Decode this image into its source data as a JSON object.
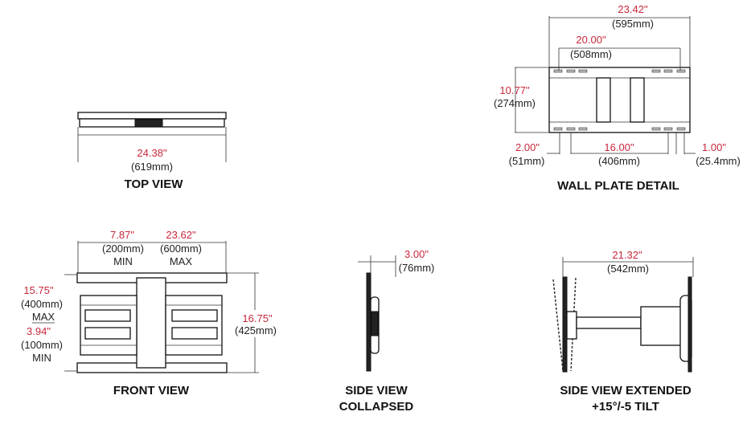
{
  "colors": {
    "dimension": "#c8283c",
    "text": "#222222"
  },
  "top_view": {
    "label": "TOP VIEW",
    "width_in": "24.38\"",
    "width_mm": "(619mm)"
  },
  "wall_plate": {
    "label": "WALL PLATE DETAIL",
    "overall_in": "23.42\"",
    "overall_mm": "(595mm)",
    "hole_span_in": "20.00\"",
    "hole_span_mm": "(508mm)",
    "height_in": "10.77\"",
    "height_mm": "(274mm)",
    "left_in": "2.00\"",
    "left_mm": "(51mm)",
    "stud_in": "16.00\"",
    "stud_mm": "(406mm)",
    "right_in": "1.00\"",
    "right_mm": "(25.4mm)"
  },
  "front_view": {
    "label": "FRONT VIEW",
    "min_w_in": "7.87\"",
    "min_w_mm": "(200mm)",
    "min_w_note": "MIN",
    "max_w_in": "23.62\"",
    "max_w_mm": "(600mm)",
    "max_w_note": "MAX",
    "height_in": "16.75\"",
    "height_mm": "(425mm)",
    "max_h_in": "15.75\"",
    "max_h_mm": "(400mm)",
    "max_h_note": "MAX",
    "min_h_in": "3.94\"",
    "min_h_mm": "(100mm)",
    "min_h_note": "MIN"
  },
  "side_collapsed": {
    "label_line1": "SIDE VIEW",
    "label_line2": "COLLAPSED",
    "depth_in": "3.00\"",
    "depth_mm": "(76mm)"
  },
  "side_extended": {
    "label_line1": "SIDE VIEW EXTENDED",
    "label_line2": "+15°/-5 TILT",
    "depth_in": "21.32\"",
    "depth_mm": "(542mm)"
  }
}
